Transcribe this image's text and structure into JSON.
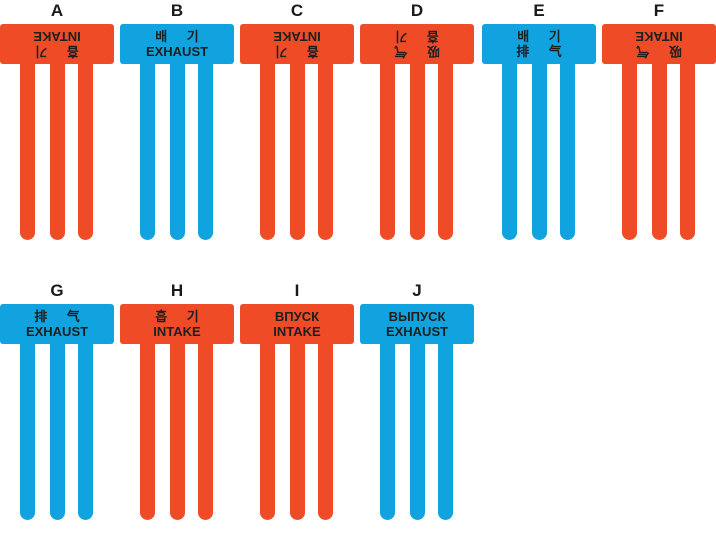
{
  "colors": {
    "intake": "#ee4b26",
    "exhaust": "#10a3e0",
    "text": "#1f1f1f"
  },
  "tools": [
    {
      "letter": "A",
      "color": "intake",
      "flipped": true,
      "lines": [
        "흡 기",
        "INTAKE"
      ]
    },
    {
      "letter": "B",
      "color": "exhaust",
      "flipped": false,
      "lines": [
        "배 기",
        "EXHAUST"
      ]
    },
    {
      "letter": "C",
      "color": "intake",
      "flipped": true,
      "lines": [
        "흡 기",
        "INTAKE"
      ]
    },
    {
      "letter": "D",
      "color": "intake",
      "flipped": true,
      "lines": [
        "吸 气",
        "흡 기"
      ]
    },
    {
      "letter": "E",
      "color": "exhaust",
      "flipped": false,
      "lines": [
        "배 기",
        "排 气"
      ]
    },
    {
      "letter": "F",
      "color": "intake",
      "flipped": true,
      "lines": [
        "吸 气",
        "INTAKE"
      ]
    },
    {
      "letter": "G",
      "color": "exhaust",
      "flipped": false,
      "lines": [
        "排 气",
        "EXHAUST"
      ]
    },
    {
      "letter": "H",
      "color": "intake",
      "flipped": false,
      "lines": [
        "흡 기",
        "INTAKE"
      ]
    },
    {
      "letter": "I",
      "color": "intake",
      "flipped": false,
      "lines": [
        "ВПУСК",
        "INTAKE"
      ]
    },
    {
      "letter": "J",
      "color": "exhaust",
      "flipped": false,
      "lines": [
        "ВЫПУСК",
        "EXHAUST"
      ]
    }
  ]
}
